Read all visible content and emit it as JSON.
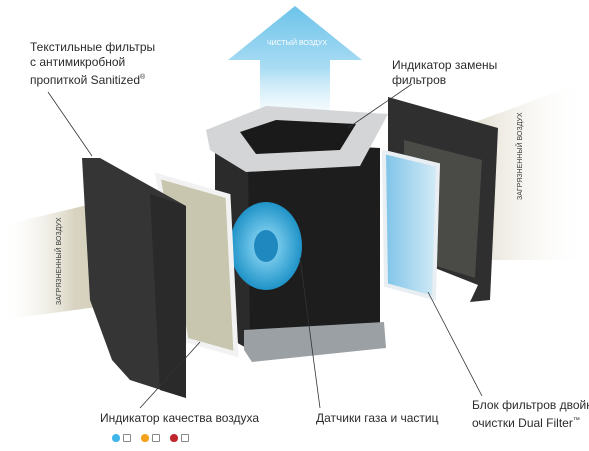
{
  "labels": {
    "textile_line1": "Текстильные фильтры",
    "textile_line2": "с антимикробной",
    "textile_line3": "пропиткой Sanitized",
    "textile_reg": "®",
    "filter_indicator_line1": "Индикатор замены",
    "filter_indicator_line2": "фильтров",
    "air_quality_indicator": "Индикатор качества воздуха",
    "sensors": "Датчики газа и частиц",
    "dual_filter_line1": "Блок фильтров двойной",
    "dual_filter_line2": "очистки Dual Filter",
    "dual_filter_tm": "™",
    "clean_air": "ЧИСТЫЙ ВОЗДУХ",
    "dirty_air_left": "ЗАГРЯЗНЕННЫЙ ВОЗДУХ",
    "dirty_air_right": "ЗАГРЯЗНЕННЫЙ ВОЗДУХ"
  },
  "colors": {
    "arrow_blue": "#8fd0ee",
    "dirty_band": "#d8d3c0",
    "textile_filter": "#3a3a3a",
    "housing": "#1e1e1e",
    "top_frame": "#cfd1d3",
    "fan_blue": "#41b5e3",
    "hepa_blue": "#a9d6ee",
    "legend": [
      "#3fb6e8",
      "#f4a21e",
      "#c0272d"
    ]
  },
  "legend_icons": [
    "blue-drop-icon",
    "orange-drop-icon",
    "red-drop-icon"
  ]
}
